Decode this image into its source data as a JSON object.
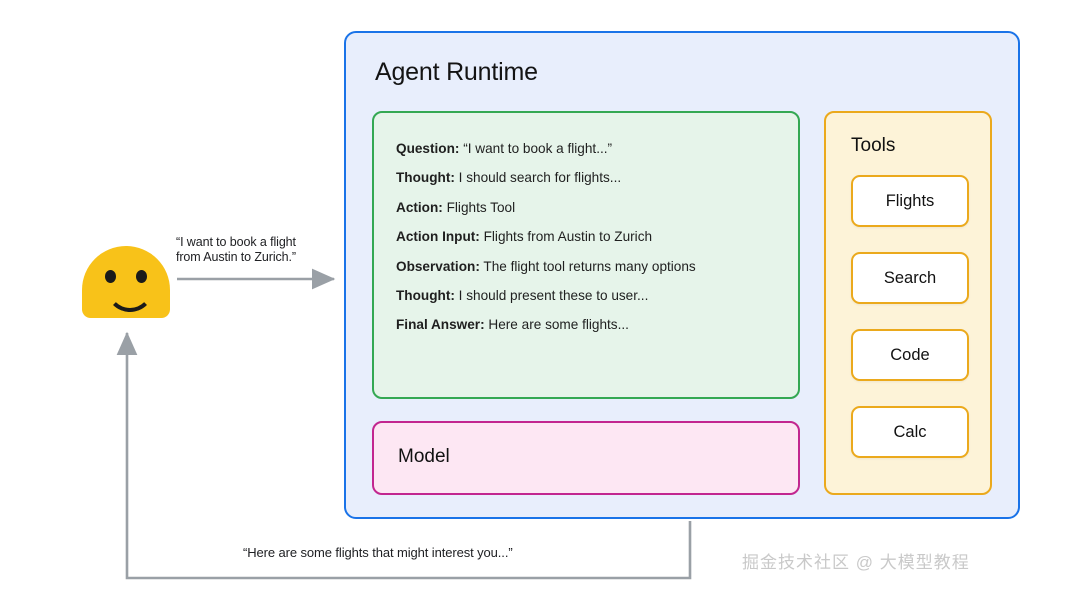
{
  "diagram": {
    "title": "Agent Runtime",
    "user": {
      "avatar_icon": "smiley-blob-face-icon"
    },
    "request_arrow": {
      "label": "“I want to book a flight\nfrom Austin to Zurich.”",
      "icon": "arrow-right-icon",
      "color": "#9aa0a6"
    },
    "response_arrow": {
      "label": "“Here are some flights that might interest you...”",
      "icon": "arrow-up-icon",
      "color": "#9aa0a6"
    },
    "react_trace": {
      "lines": [
        {
          "label": "Question:",
          "value": "“I want to book a flight...”"
        },
        {
          "label": "Thought:",
          "value": "I should search for flights..."
        },
        {
          "label": "Action:",
          "value": "Flights Tool"
        },
        {
          "label": "Action Input:",
          "value": "Flights from Austin to Zurich"
        },
        {
          "label": "Observation:",
          "value": "The flight tool returns many options"
        },
        {
          "label": "Thought:",
          "value": "I should present these to user..."
        },
        {
          "label": "Final Answer:",
          "value": "Here are some flights..."
        }
      ]
    },
    "model": {
      "label": "Model"
    },
    "tools": {
      "title": "Tools",
      "items": [
        {
          "label": "Flights"
        },
        {
          "label": "Search"
        },
        {
          "label": "Code"
        },
        {
          "label": "Calc"
        }
      ]
    },
    "watermark": "掘金技术社区 @ 大模型教程",
    "colors": {
      "runtime_border": "#1a73e8",
      "runtime_fill": "#e8eefc",
      "trace_border": "#34a853",
      "trace_fill": "#e6f4ea",
      "model_border": "#c2268f",
      "model_fill": "#fde7f3",
      "tools_border": "#eba91c",
      "tools_fill": "#fdf3d8",
      "avatar": "#f8c219",
      "arrow": "#9aa0a6"
    }
  }
}
